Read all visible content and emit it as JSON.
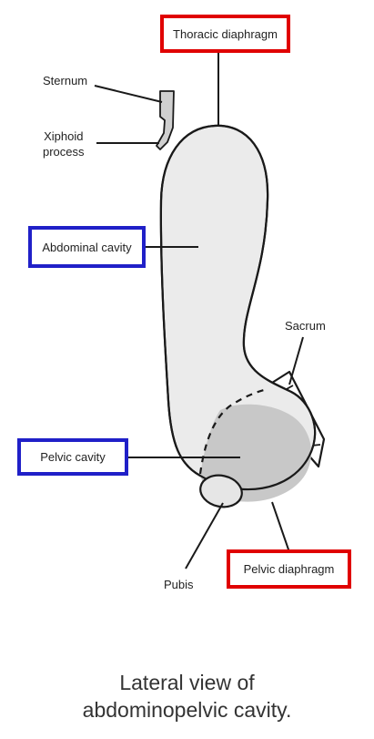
{
  "labels": {
    "thoracic_diaphragm": "Thoracic diaphragm",
    "sternum": "Sternum",
    "xiphoid_line1": "Xiphoid",
    "xiphoid_line2": "process",
    "abdominal_cavity": "Abdominal cavity",
    "sacrum": "Sacrum",
    "pelvic_cavity": "Pelvic cavity",
    "pubis": "Pubis",
    "pelvic_diaphragm": "Pelvic diaphragm"
  },
  "caption": {
    "line1": "Lateral view of",
    "line2": "abdominopelvic cavity."
  },
  "colors": {
    "highlight_red": "#e00000",
    "highlight_blue": "#2020c8",
    "abdominal_fill": "#ebebeb",
    "pelvic_fill": "#c8c8c8",
    "outline": "#1a1a1a"
  }
}
